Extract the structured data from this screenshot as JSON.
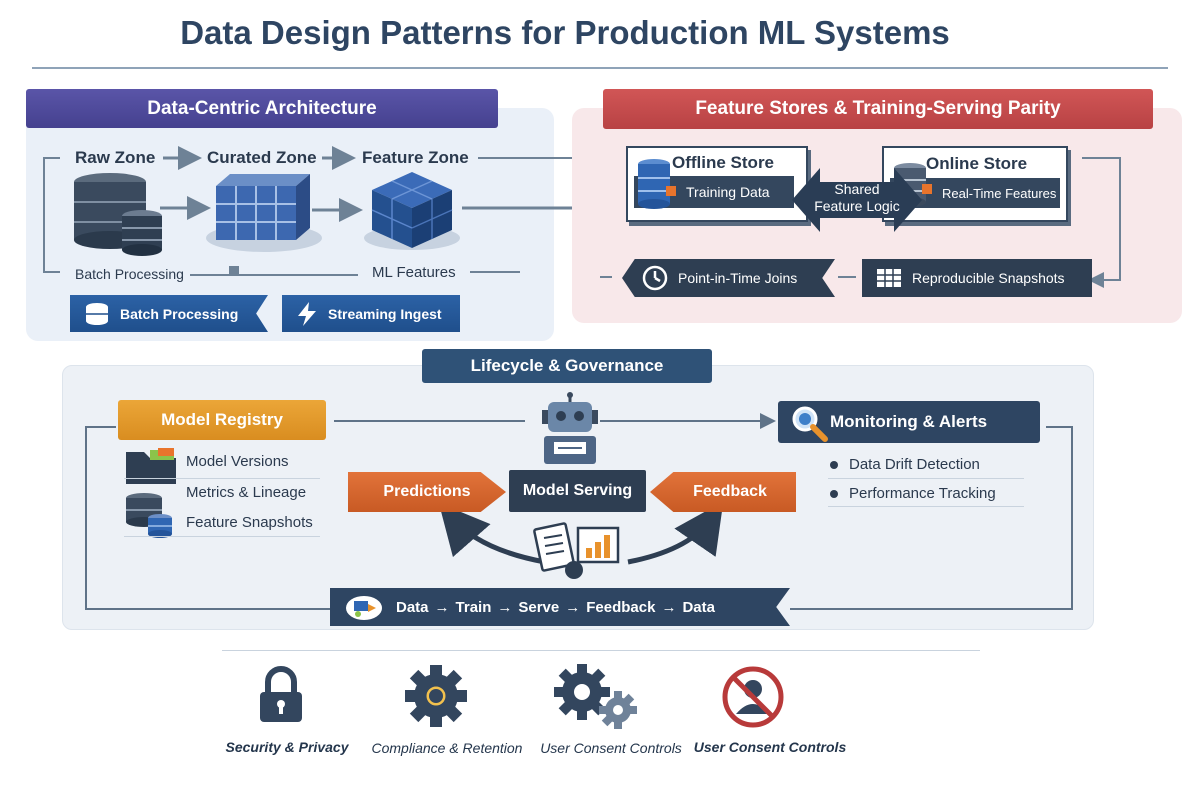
{
  "title": "Data Design Patterns for Production ML Systems",
  "data_centric": {
    "header": "Data-Centric Architecture",
    "raw_zone": "Raw Zone",
    "curated_zone": "Curated Zone",
    "feature_zone": "Feature Zone",
    "batch_processing_label": "Batch Processing",
    "ml_features_label": "ML Features",
    "batch_processing_pill": "Batch Processing",
    "streaming_ingest_pill": "Streaming Ingest"
  },
  "feature_stores": {
    "header": "Feature Stores & Training-Serving Parity",
    "offline_store": "Offline Store",
    "training_data": "Training Data",
    "shared_logic_line1": "Shared",
    "shared_logic_line2": "Feature Logic",
    "online_store": "Online Store",
    "real_time_features": "Real-Time Features",
    "point_in_time_joins": "Point-in-Time Joins",
    "reproducible_snapshots": "Reproducible Snapshots"
  },
  "lifecycle": {
    "header": "Lifecycle & Governance",
    "model_registry": "Model Registry",
    "registry_items": [
      "Model Versions",
      "Metrics & Lineage",
      "Feature Snapshots"
    ],
    "predictions": "Predictions",
    "model_serving": "Model Serving",
    "feedback": "Feedback",
    "monitoring": "Monitoring & Alerts",
    "monitoring_items": [
      "Data Drift Detection",
      "Performance Tracking"
    ],
    "flow": [
      "Data",
      "Train",
      "Serve",
      "Feedback",
      "Data"
    ]
  },
  "governance_icons": [
    "Security & Privacy",
    "Compliance & Retention",
    "User Consent Controls",
    "User Consent Controls"
  ],
  "colors": {
    "dca_header": "#4f4b9c",
    "fs_header": "#c64b4d",
    "lg_header": "#2f5277",
    "registry": "#e39a2c",
    "orange_arrow": "#d9662b",
    "dark_navy": "#2e3e52",
    "blue_pill": "#2559a0"
  },
  "icons": [
    "database-icon",
    "cube-grid-icon",
    "cube-icon",
    "lightning-icon",
    "clock-icon",
    "table-icon",
    "robot-icon",
    "folder-icon",
    "magnifier-icon",
    "lock-icon",
    "gear-icon",
    "gears-icon",
    "no-user-icon"
  ]
}
